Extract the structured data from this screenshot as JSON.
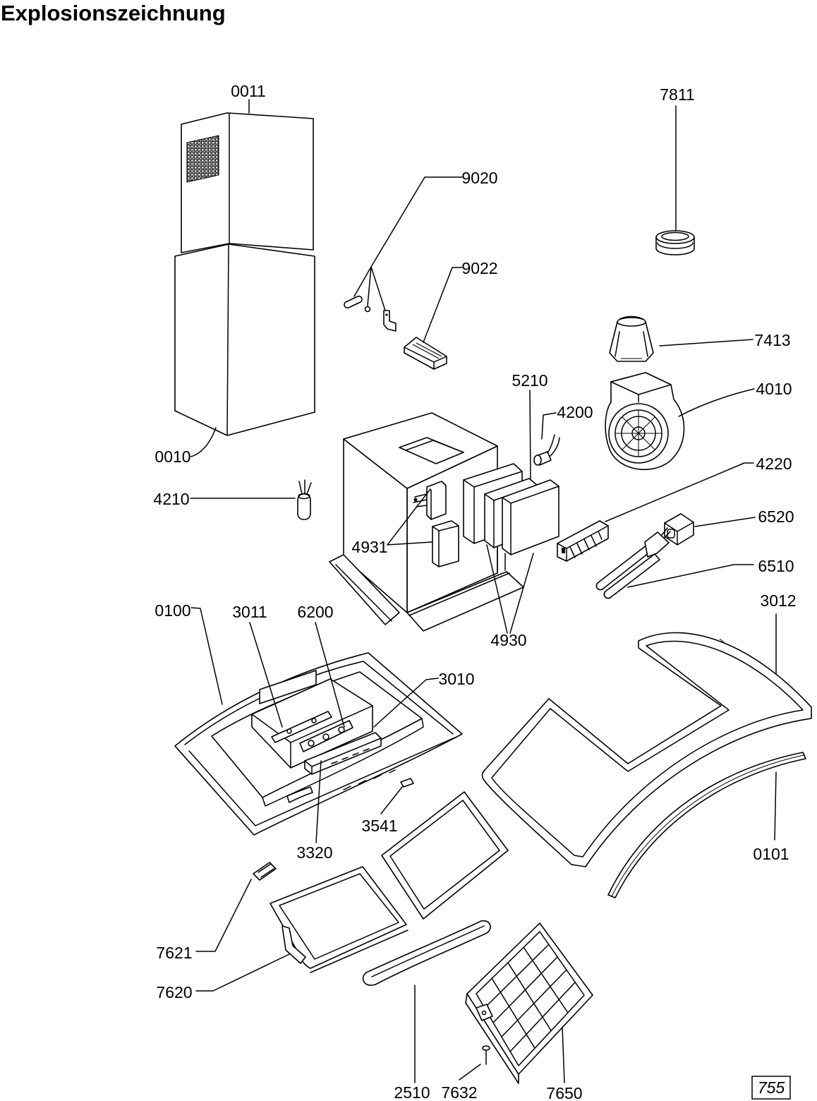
{
  "title": "Explosionszeichnung",
  "part_numbers": [
    "0011",
    "7811",
    "9020",
    "9022",
    "7413",
    "5210",
    "4010",
    "4200",
    "0010",
    "4220",
    "4210",
    "6520",
    "4931",
    "6510",
    "3012",
    "0100",
    "3011",
    "6200",
    "4930",
    "3010",
    "3541",
    "3320",
    "0101",
    "7621",
    "7620",
    "2510",
    "7632",
    "7650"
  ],
  "page_number": "755"
}
